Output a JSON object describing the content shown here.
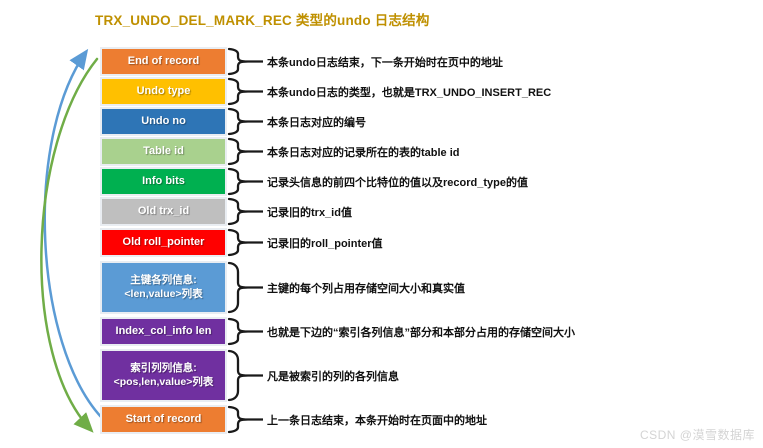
{
  "title": "TRX_UNDO_DEL_MARK_REC 类型的undo 日志结构",
  "title_color": "#BF9000",
  "watermark": "CSDN @漠雪数据库",
  "colors": {
    "arrow_up": "#5B9BD5",
    "arrow_down": "#70AD47",
    "brace": "#1a1a1a"
  },
  "rows": [
    {
      "id": "end-of-record",
      "label_lines": [
        "End of record"
      ],
      "color": "#ED7D31",
      "desc": "本条undo日志结束，下一条开始时在页中的地址"
    },
    {
      "id": "undo-type",
      "label_lines": [
        "Undo type"
      ],
      "color": "#FFC000",
      "desc": "本条undo日志的类型，也就是TRX_UNDO_INSERT_REC"
    },
    {
      "id": "undo-no",
      "label_lines": [
        "Undo no"
      ],
      "color": "#2E75B6",
      "desc": "本条日志对应的编号"
    },
    {
      "id": "table-id",
      "label_lines": [
        "Table id"
      ],
      "color": "#A9D18E",
      "desc": "本条日志对应的记录所在的表的table id"
    },
    {
      "id": "info-bits",
      "label_lines": [
        "Info bits"
      ],
      "color": "#00B050",
      "desc": "记录头信息的前四个比特位的值以及record_type的值"
    },
    {
      "id": "old-trx-id",
      "label_lines": [
        "Old trx_id"
      ],
      "color": "#BFBFBF",
      "desc": "记录旧的trx_id值"
    },
    {
      "id": "old-roll-pointer",
      "label_lines": [
        "Old roll_pointer"
      ],
      "color": "#FF0000",
      "desc": "记录旧的roll_pointer值"
    },
    {
      "id": "primary-key-cols",
      "label_lines": [
        "主键各列信息:",
        "<len,value>列表"
      ],
      "color": "#5B9BD5",
      "desc": "主键的每个列占用存储空间大小和真实值"
    },
    {
      "id": "index-col-info-len",
      "label_lines": [
        "Index_col_info len"
      ],
      "color": "#7030A0",
      "desc": "也就是下边的“索引各列信息”部分和本部分占用的存储空间大小"
    },
    {
      "id": "index-cols",
      "label_lines": [
        "索引列列信息:",
        "<pos,len,value>列表"
      ],
      "color": "#7030A0",
      "desc": "凡是被索引的列的各列信息"
    },
    {
      "id": "start-of-record",
      "label_lines": [
        "Start of record"
      ],
      "color": "#ED7D31",
      "desc": "上一条日志结束，本条开始时在页面中的地址"
    }
  ]
}
